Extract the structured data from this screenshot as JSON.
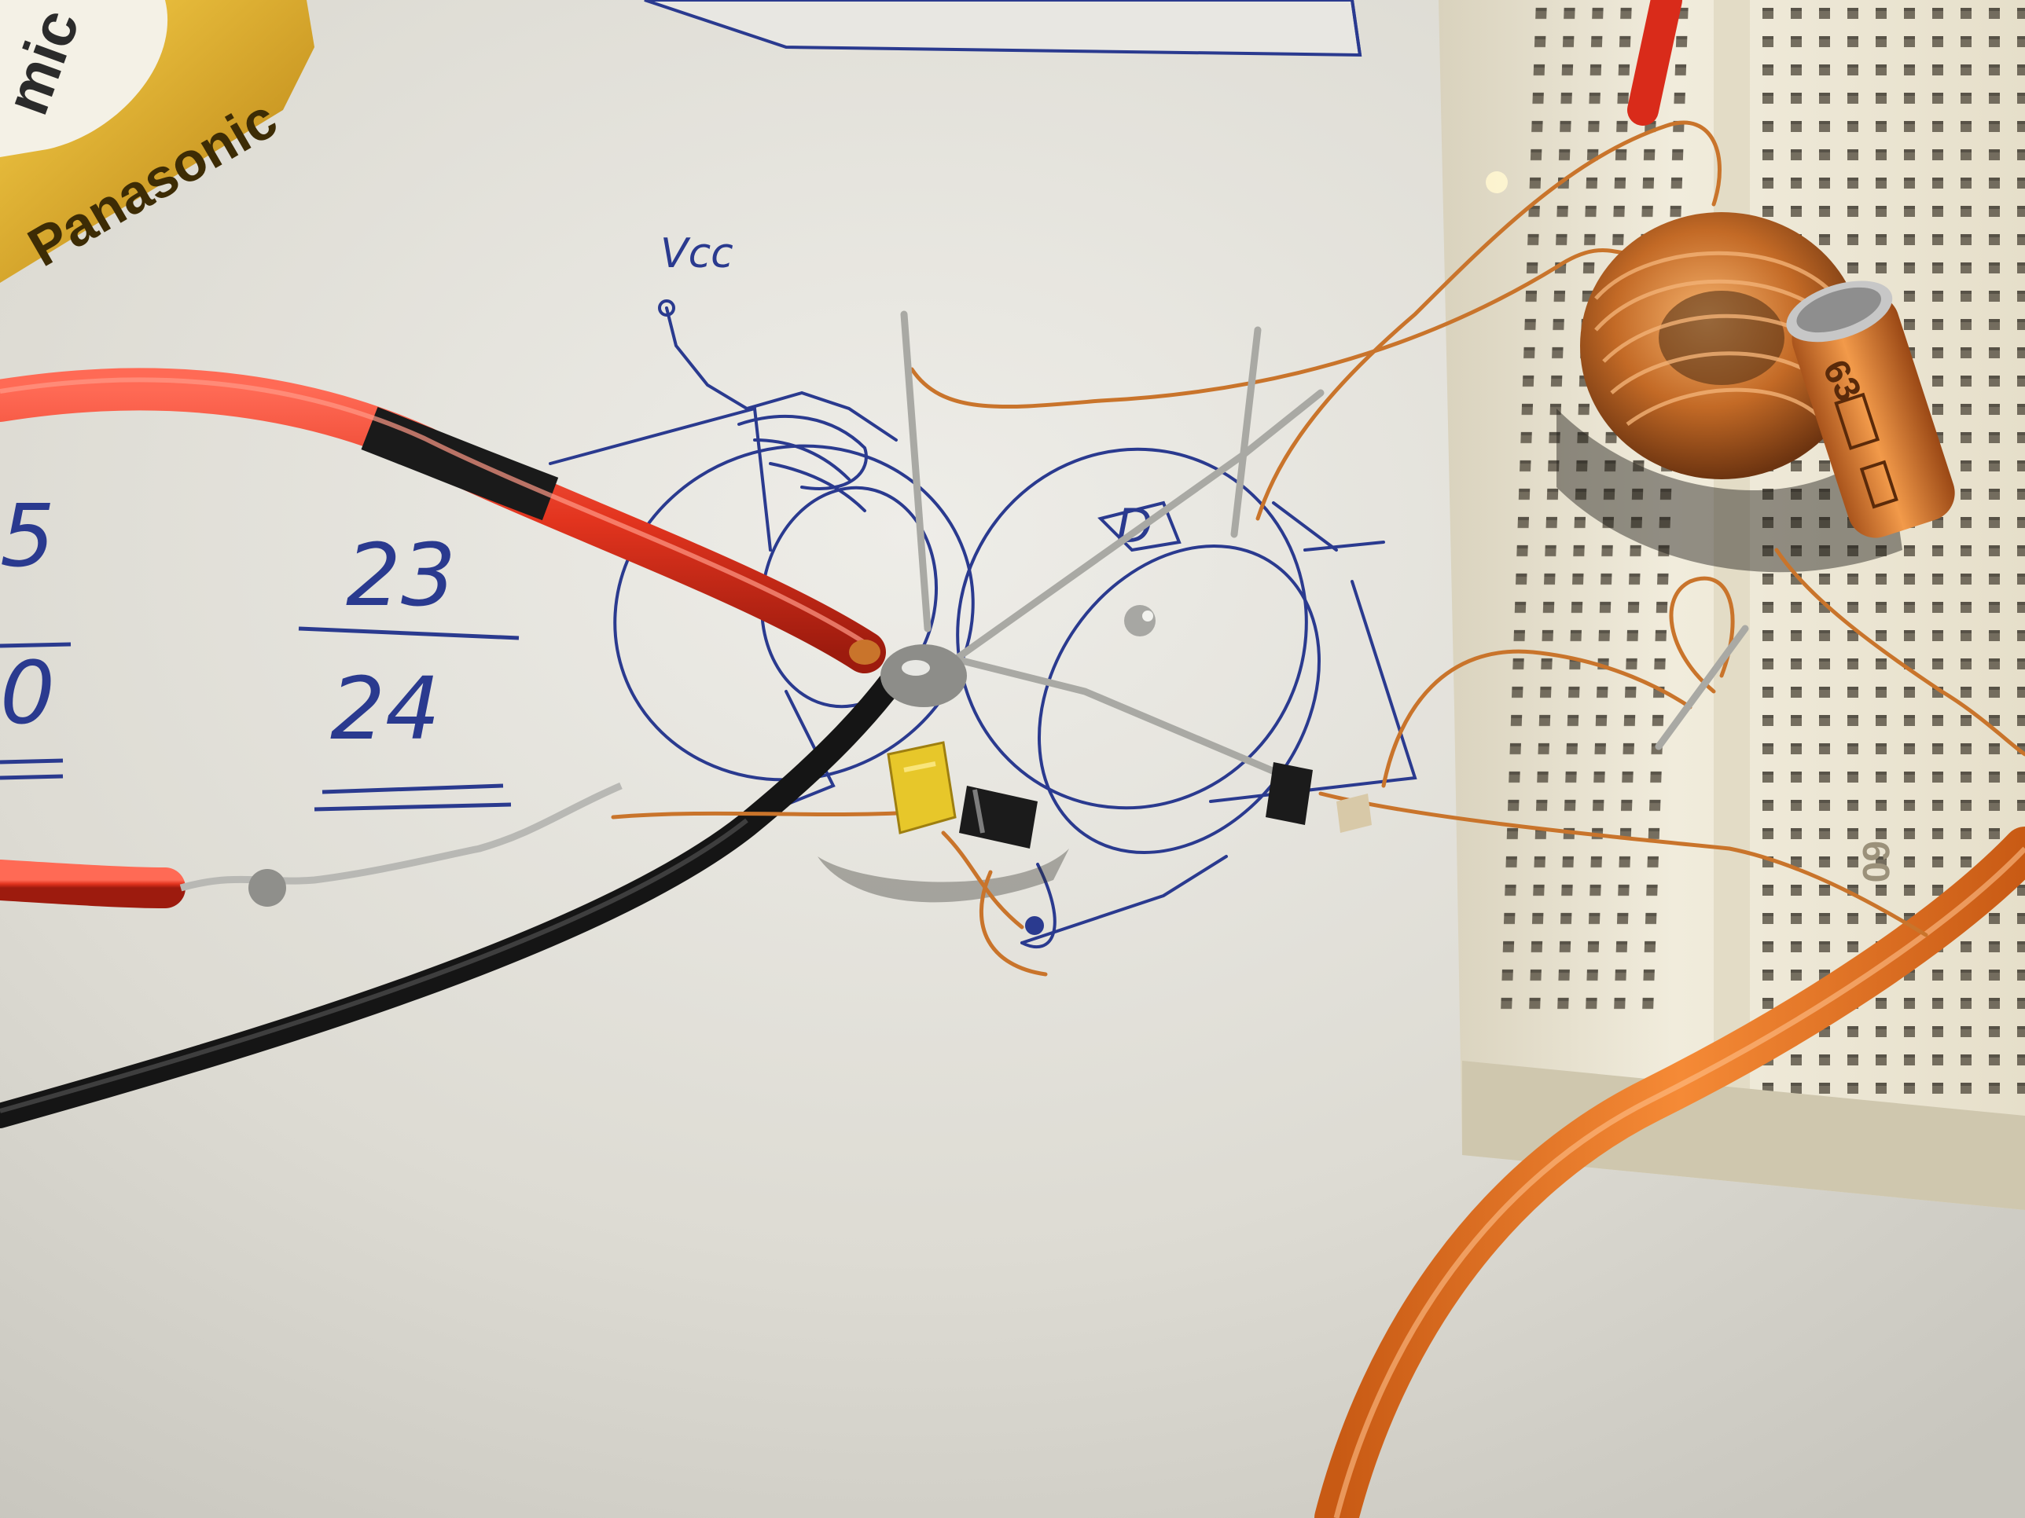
{
  "photo": {
    "subject": "Hand-soldered circuit on paper sketch next to a breadboard",
    "colors": {
      "paper": "#e3e1da",
      "ink": "#2a3a8f",
      "red_wire": "#e2341e",
      "black_wire": "#1b1b1b",
      "orange_wire": "#f07a28",
      "copper": "#c9742b",
      "breadboard": "#ece6d2",
      "battery": "#f0b92d",
      "capacitor_yellow": "#e7c72a",
      "electrolytic_cap": "#d97a2c"
    }
  },
  "handwriting": {
    "vcc": "Vcc",
    "num_23": "23",
    "num_24": "24",
    "left_5": "5",
    "left_0": "0",
    "diode_mark": "D"
  },
  "battery": {
    "text_mic": "mic",
    "text_brand": "Panasonic"
  },
  "breadboard": {
    "row_number": "60"
  },
  "capacitor": {
    "marking": "63"
  }
}
